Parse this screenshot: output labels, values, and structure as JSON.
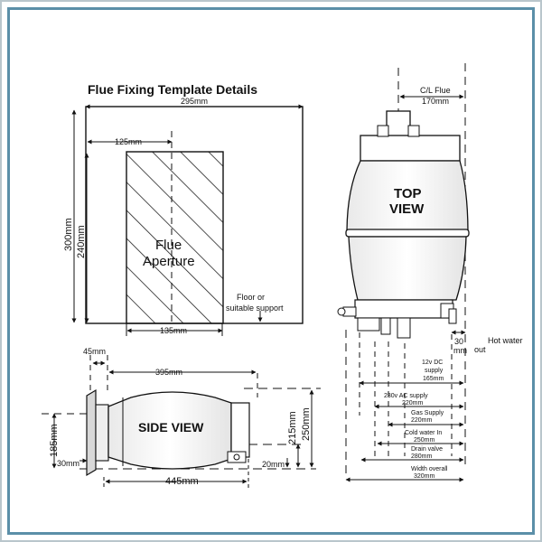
{
  "template": {
    "title": "Flue Fixing Template Details",
    "width_label": "295mm",
    "offset_label": "125mm",
    "height_outer_label": "300mm",
    "height_inner_label": "240mm",
    "aperture_line1": "Flue",
    "aperture_line2": "Aperture",
    "aperture_width_label": "135mm",
    "floor_line1": "Floor or",
    "floor_line2": "suitable support"
  },
  "top_view": {
    "cl_flue_line1": "C/L Flue",
    "cl_flue_line2": "170mm",
    "title_line1": "TOP",
    "title_line2": "VIEW",
    "dim30_line1": "30",
    "dim30_line2": "mm",
    "hot_water_line1": "Hot water",
    "hot_water_line2": "out",
    "dc_line1": "12v DC",
    "dc_line2": "supply",
    "dc_line3": "165mm",
    "ac_line1": "230v AC supply",
    "ac_line2": "220mm",
    "gas_line1": "Gas Supply",
    "gas_line2": "220mm",
    "cold_line1": "Cold water In",
    "cold_line2": "250mm",
    "drain_line1": "Drain valve",
    "drain_line2": "280mm",
    "width_line1": "Width overall",
    "width_line2": "320mm"
  },
  "side_view": {
    "title": "SIDE VIEW",
    "dim45": "45mm",
    "dim395": "395mm",
    "dim185": "185mm",
    "dim30": "30mm",
    "dim445": "445mm",
    "dim215": "215mm",
    "dim250": "250mm",
    "dim20": "20mm"
  },
  "colors": {
    "frame_inner": "#5b8fa8",
    "frame_outer": "#b9c6cc",
    "line": "#111111"
  }
}
